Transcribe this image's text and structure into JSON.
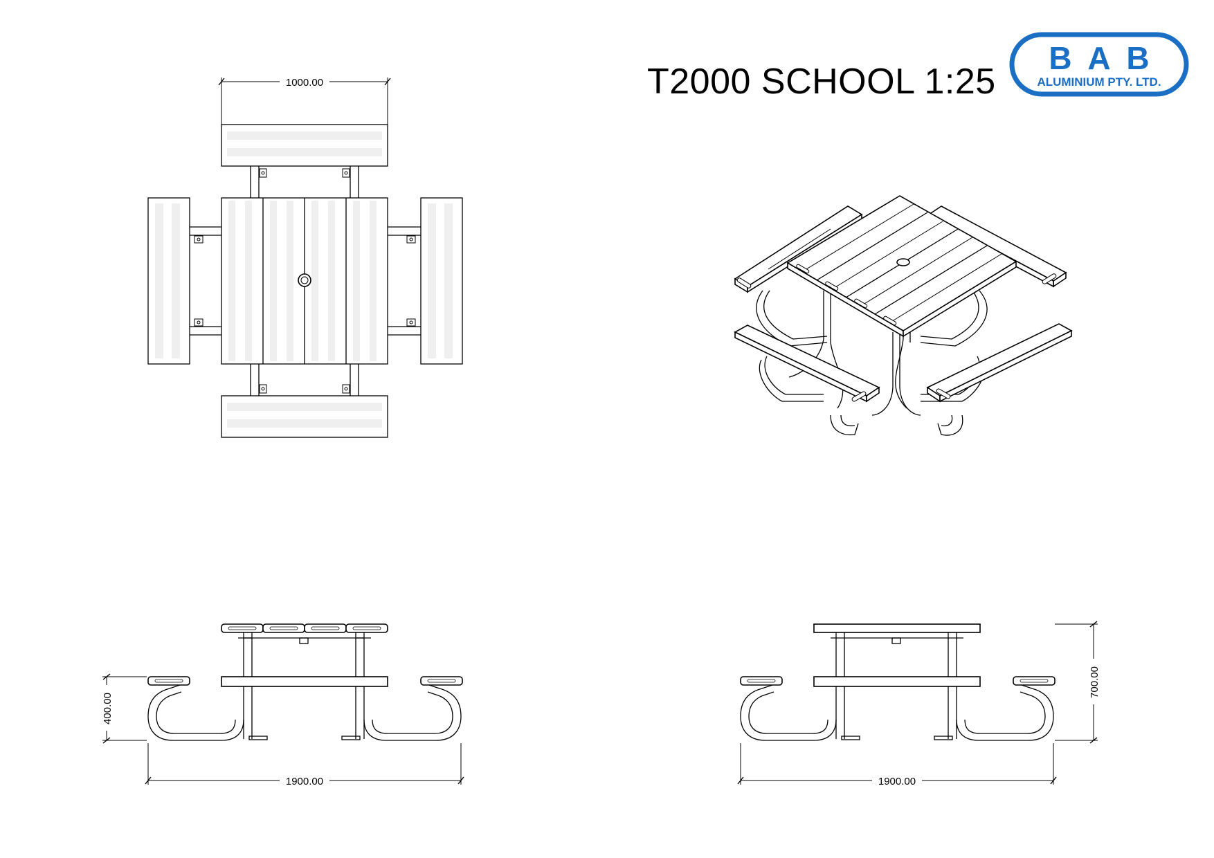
{
  "title": "T2000 SCHOOL 1:25",
  "logo": {
    "letters": [
      "B",
      "A",
      "B"
    ],
    "subtitle": "ALUMINIUM PTY. LTD.",
    "color": "#1a6fc4"
  },
  "dimensions": {
    "plan_width": "1000.00",
    "front_width": "1900.00",
    "front_seat_height": "400.00",
    "side_width": "1900.00",
    "side_height": "700.00"
  }
}
